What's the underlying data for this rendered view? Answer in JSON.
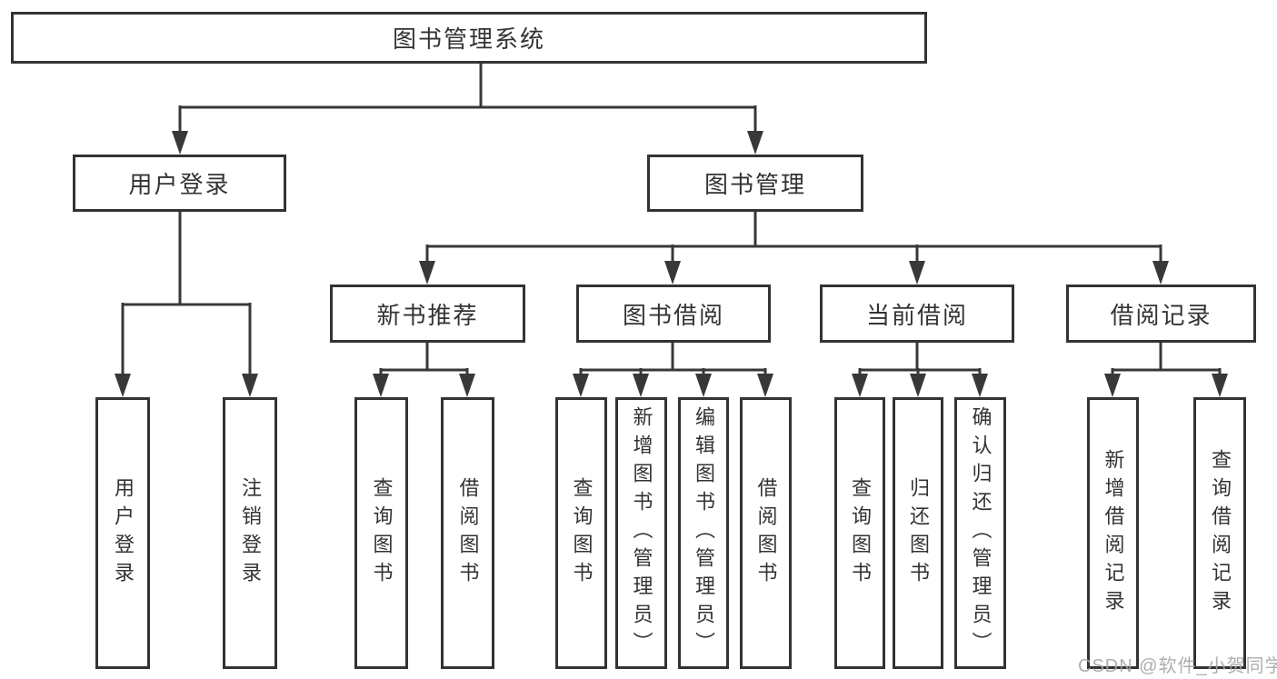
{
  "nodes": {
    "root": "图书管理系统",
    "user_login": "用户登录",
    "book_management": "图书管理",
    "new_book_recommendation": "新书推荐",
    "book_borrowing": "图书借阅",
    "current_borrowing": "当前借阅",
    "borrowing_records": "借阅记录",
    "leaf_user_login": "用户登录",
    "leaf_logout": "注销登录",
    "leaf_query_books_recommend": "查询图书",
    "leaf_borrow_books_recommend": "借阅图书",
    "leaf_query_books_borrowing": "查询图书",
    "leaf_add_books_admin": "新增图书（管理员）",
    "leaf_edit_books_admin": "编辑图书（管理员）",
    "leaf_borrow_books_borrowing": "借阅图书",
    "leaf_query_books_current": "查询图书",
    "leaf_return_books": "归还图书",
    "leaf_confirm_return_admin": "确认归还（管理员）",
    "leaf_add_borrowing_record": "新增借阅记录",
    "leaf_query_borrowing_record": "查询借阅记录"
  },
  "watermark": "CSDN @软件_小贺同学",
  "colors": {
    "line": "#383838",
    "box_border": "#333333",
    "text": "#333333",
    "watermark": "#a6a6a6",
    "background": "#ffffff"
  }
}
